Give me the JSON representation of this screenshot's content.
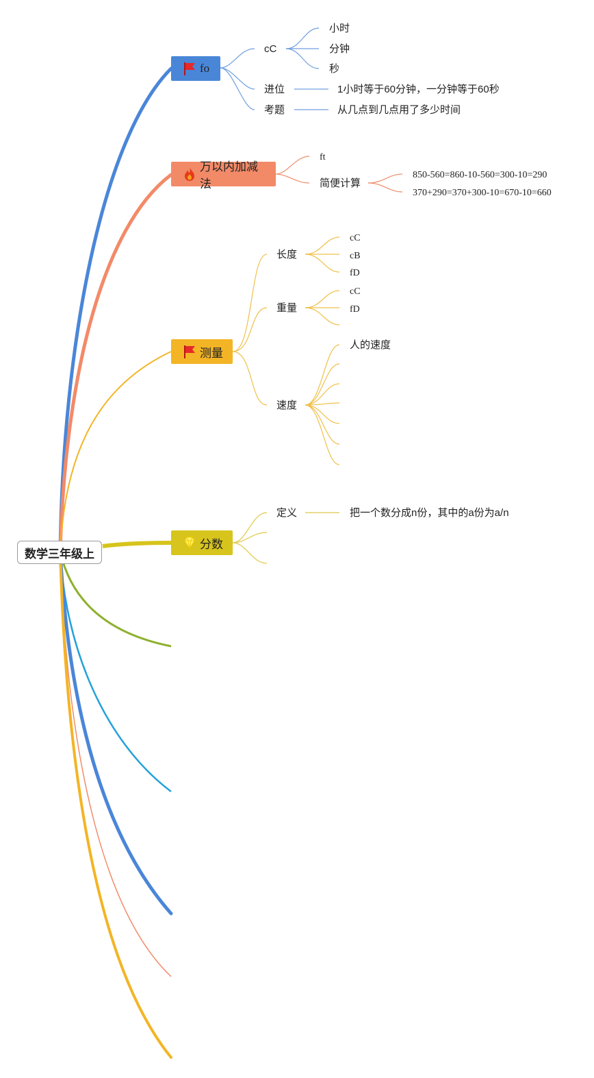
{
  "root": {
    "label": "数学三年级上"
  },
  "topics": [
    {
      "label": "fo",
      "color": "#4a86d8",
      "icon": "red-flag-icon",
      "children": [
        {
          "label": "cC",
          "children": [
            {
              "label": "小时"
            },
            {
              "label": "分钟"
            },
            {
              "label": "秒"
            }
          ]
        },
        {
          "label": "进位",
          "children": [
            {
              "label": "1小时等于60分钟，一分钟等于60秒"
            }
          ]
        },
        {
          "label": "考题",
          "children": [
            {
              "label": "从几点到几点用了多少时间"
            }
          ]
        }
      ]
    },
    {
      "label": "万以内加减法",
      "color": "#f28a68",
      "icon": "fire-icon",
      "children": [
        {
          "label": "ft"
        },
        {
          "label": "简便计算",
          "children": [
            {
              "label": "850-560=860-10-560=300-10=290"
            },
            {
              "label": "370+290=370+300-10=670-10=660"
            }
          ]
        }
      ]
    },
    {
      "label": "测量",
      "color": "#f3b425",
      "icon": "red-flag-icon",
      "children": [
        {
          "label": "长度",
          "children": [
            {
              "label": "cC"
            },
            {
              "label": "cB"
            },
            {
              "label": "fD"
            }
          ]
        },
        {
          "label": "重量",
          "children": [
            {
              "label": "cC"
            },
            {
              "label": "fD"
            },
            {
              "label": ""
            }
          ]
        },
        {
          "label": "速度",
          "children": [
            {
              "label": "人的速度"
            },
            {
              "label": ""
            },
            {
              "label": ""
            },
            {
              "label": ""
            },
            {
              "label": ""
            },
            {
              "label": ""
            },
            {
              "label": ""
            }
          ]
        }
      ]
    },
    {
      "label": "分数",
      "color": "#d7c41c",
      "icon": "diamond-icon",
      "children": [
        {
          "label": "定义",
          "children": [
            {
              "label": "把一个数分成n份，其中的a份为a/n"
            }
          ]
        },
        {
          "label": ""
        },
        {
          "label": ""
        }
      ]
    }
  ],
  "collapsed_branches": [
    {
      "color": "#8db02c"
    },
    {
      "color": "#24a1d9"
    },
    {
      "color": "#4a86d8"
    },
    {
      "color": "#f28a68"
    },
    {
      "color": "#f3b425"
    }
  ]
}
